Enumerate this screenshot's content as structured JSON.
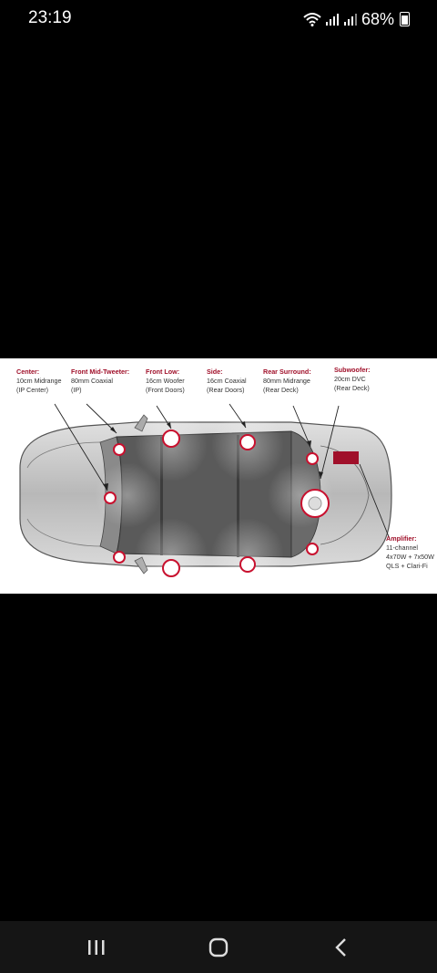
{
  "status_bar": {
    "time": "23:19",
    "battery": "68%",
    "icons": [
      "wifi-icon",
      "signal-icon",
      "signal-icon",
      "battery-icon"
    ]
  },
  "diagram": {
    "labels": [
      {
        "title": "Center:",
        "lines": [
          "10cm Midrange",
          "(IP Center)"
        ]
      },
      {
        "title": "Front Mid-Tweeter:",
        "lines": [
          "80mm Coaxial",
          "(IP)"
        ]
      },
      {
        "title": "Front Low:",
        "lines": [
          "16cm Woofer",
          "(Front Doors)"
        ]
      },
      {
        "title": "Side:",
        "lines": [
          "16cm Coaxial",
          "(Rear Doors)"
        ]
      },
      {
        "title": "Rear Surround:",
        "lines": [
          "80mm Midrange",
          "(Rear Deck)"
        ]
      },
      {
        "title": "Subwoofer:",
        "lines": [
          "20cm DVC",
          "(Rear Deck)"
        ]
      },
      {
        "title": "Amplifier:",
        "lines": [
          "11-channel",
          "4x70W + 7x50W",
          "QLS + Clari-Fi"
        ]
      }
    ],
    "colors": {
      "accent": "#a0102a",
      "car_body": "#bdbdbd",
      "cabin": "#555555",
      "speaker_ring": "#c8102e"
    }
  },
  "nav_bar": {
    "buttons": [
      "recent-apps-icon",
      "home-icon",
      "back-icon"
    ]
  }
}
